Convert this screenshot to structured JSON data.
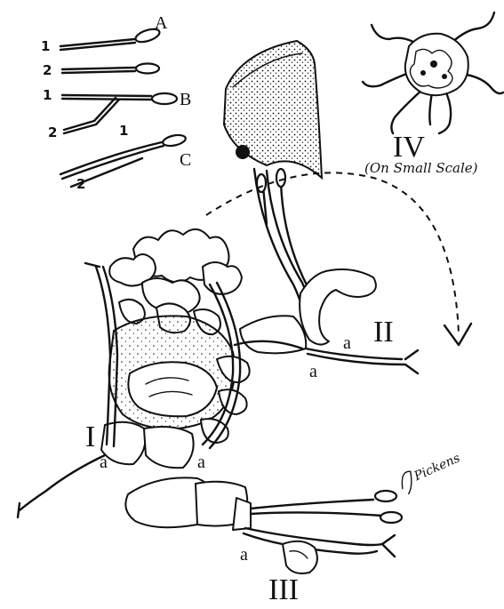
{
  "labels": {
    "fig_one": "I",
    "fig_two": "II",
    "fig_three": "III",
    "fig_four": "IV",
    "fig_four_caption": "(On Small Scale)",
    "stamen_a": "A",
    "stamen_b": "B",
    "stamen_c": "C",
    "stamen_num_1": "1",
    "stamen_num_2": "2",
    "part_a": "a",
    "signature": "Pickens"
  },
  "icons": {
    "bird_head": "hummingbird-head",
    "arrow": "dashed-curved-arrow",
    "flower_cluster": "flower-cluster"
  }
}
